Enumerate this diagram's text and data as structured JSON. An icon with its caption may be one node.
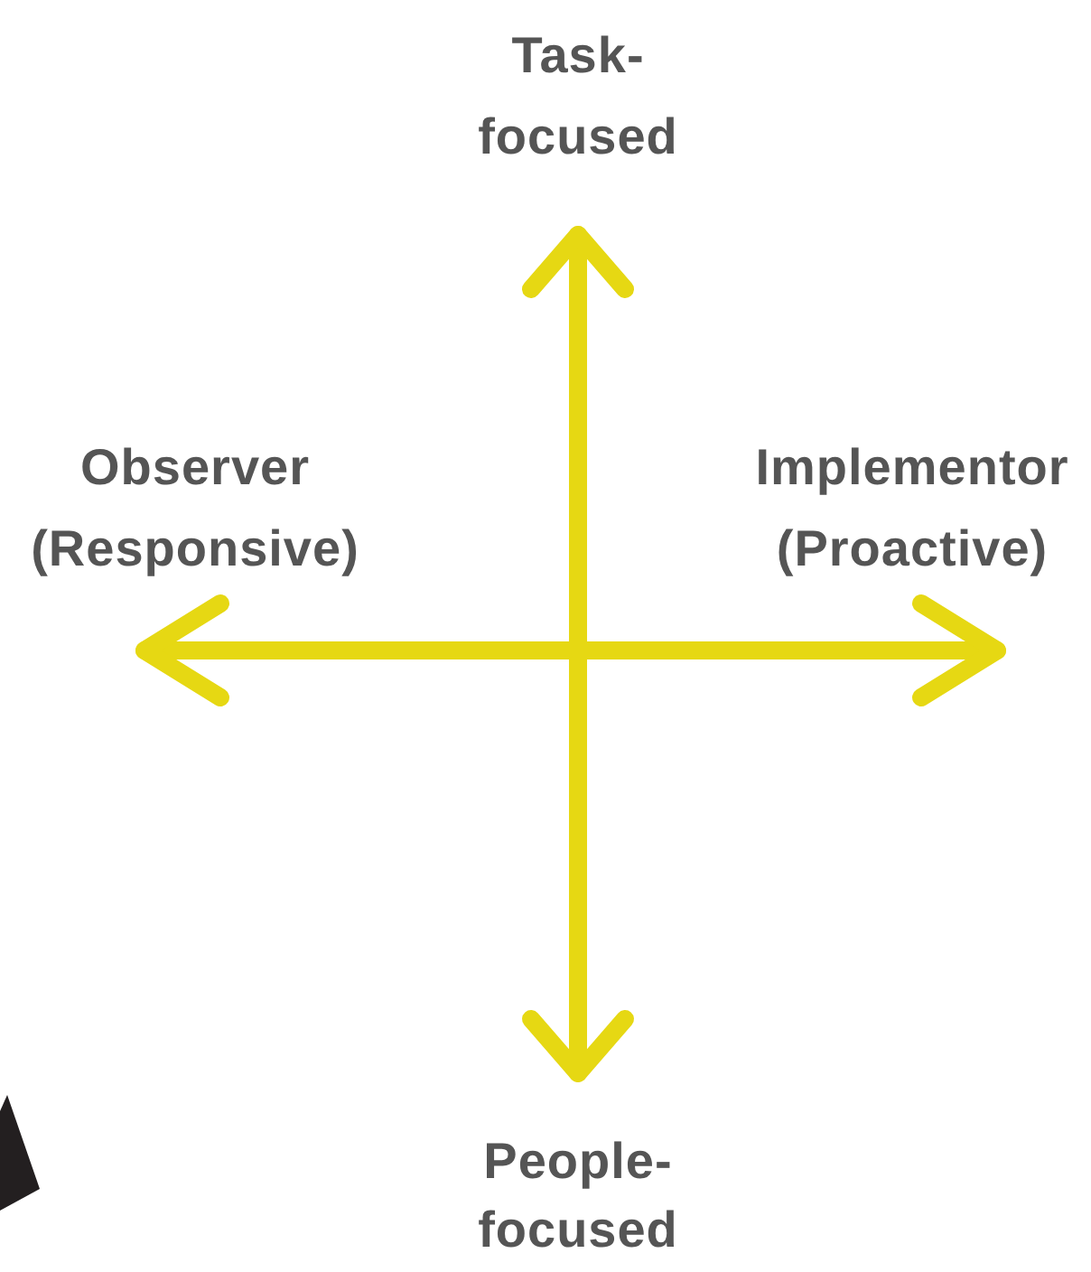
{
  "diagram": {
    "labels": [
      "Task-focused",
      "Observer (Responsive)",
      "Implementor (Proactive)",
      "People-focused"
    ]
  }
}
